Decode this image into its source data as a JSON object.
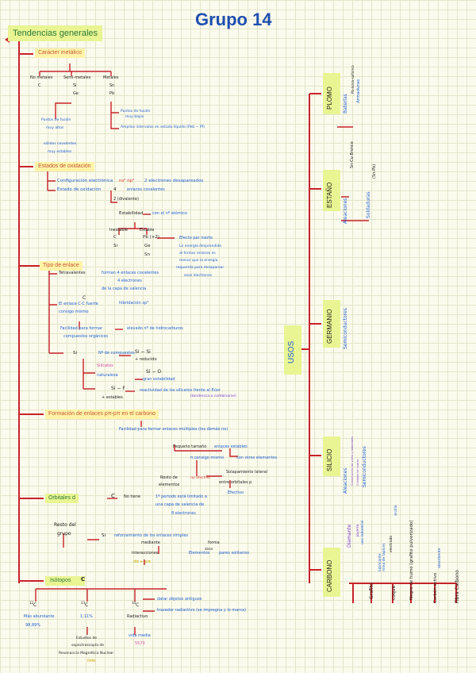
{
  "title": "Grupo 14",
  "headers": {
    "tendencias": "Tendencias generales",
    "metalico": "Carácter metálico",
    "oxidacion": "Estados de oxidación",
    "enlace": "Tipo de enlace",
    "formacion": "Formación de enlaces pπ-pπ en el carbono",
    "orbitales": "Orbitales d",
    "isotopos": "Isótopos",
    "isotopos_c": "C"
  },
  "metalico": {
    "col1": "No metales",
    "c": "C",
    "col2": "Semi-metales",
    "si": "Si",
    "ge": "Ge",
    "col3": "Metales",
    "sn": "Sn",
    "pb": "Pb",
    "fusion_top": "Puntos de fusión",
    "fusion_top2": "muy bajos",
    "amplios": "Amplios intervalos en estado líquido (Peb − Pf)",
    "fusion_left": "Puntos de fusión",
    "fusion_left2": "muy altos",
    "fusion_left3": "sólidos covalentes",
    "fusion_left4": "muy estables"
  },
  "oxidacion": {
    "config": "Configuración electrónica",
    "config_val": "ns² np²",
    "config_res": "2 electrones desapareados",
    "estado": "Estado de oxidación",
    "estado4": "4",
    "estado4_txt": "enlaces covalentes",
    "estado2": "2 (divalente)",
    "estabilidad": "Estabilidad",
    "estab_res": "con el nº atómico",
    "inestable": "Inestable",
    "estable": "Estable",
    "i1": "C",
    "i2": "Si",
    "e1": "Pb (+2)",
    "e2": "Ge",
    "e3": "Sn",
    "efecto": "Efecto par inerte",
    "efecto2": "La energía desprendida",
    "efecto3": "al formar enlaces es",
    "efecto4": "menor que la energía",
    "efecto5": "requerida para desaparear",
    "efecto6": "esos electrones"
  },
  "enlace": {
    "tetra": "Tetravalentes",
    "tetra2": "forman 4 enlaces covalentes",
    "tetra3": "4 electrones",
    "tetra4": "de la capa de valencia",
    "c": "C",
    "hib": "hibridación sp³",
    "cenlace": "El enlace C-C fuerte",
    "cenlace2": "consigo mismo",
    "facilidad": "Facilidad para formar",
    "facilidad2": "elevado nº de hidrocarburos",
    "facilidad3": "compuestos orgánicos",
    "si": "Si",
    "ncomp": "Nº de compuestos",
    "sisi": "Si − Si",
    "sisi2": "+ reducido",
    "silicatos": "Silicatos",
    "naturaleza": "naturaleza",
    "sio": "Si − O",
    "sio2": "gran estabilidad",
    "sif": "Si − F",
    "sif2": "+ estables",
    "reactividad": "reactividad de los silicatos frente al flúor",
    "reactividad2": "(tendencia a combinarse)"
  },
  "formacion": {
    "f1": "Facilidad para formar enlaces múltiples (los demás no)",
    "f2": "Pequeño tamaño",
    "f3": "enlaces estables",
    "f4": "π consigo mismo",
    "f5": "con otros elementos",
    "f6": "Solapamiento lateral",
    "f7": "Resto de",
    "f8": "elementos",
    "f9": "no efectivo",
    "f10": "entre orbitales p",
    "f11": "Efectivo"
  },
  "orbitales": {
    "o1": "C",
    "o2": "No tiene",
    "o3": "1ª periodo está limitado a",
    "o4": "una capa de valencia de",
    "o5": "8 electrones",
    "resto": "Resto del",
    "resto2": "grupo",
    "o6": "Si",
    "o7": "reforzamiento de los enlaces simples",
    "o8": "mediante",
    "o9": "forma",
    "o10": "interacciones",
    "o11": "dπ ← pπ",
    "o12": "Elementos",
    "o13": "pares solitarios",
    "o14": "dona"
  },
  "isotopos": {
    "c12": "C",
    "c12m": "12",
    "c12a": "Más abundante",
    "c12b": "98,89%",
    "c13": "C",
    "c13m": "13",
    "c13a": "1,11%",
    "c13b": "Estudios de",
    "c13c": "espectroscopía de",
    "c13d": "Resonancia Magnética Nuclear",
    "c13e": "RMN",
    "c14": "C",
    "c14m": "14",
    "c14a": "Radiactivo",
    "c14b": "vida media",
    "c14c": "5570",
    "d1": "datar objetos antiguos",
    "d2": "trazador radiactivo (se impregna y lo marca)"
  },
  "usos": {
    "label": "USOS",
    "plomo": "PLOMO",
    "plomo_a": "Baterías",
    "plomo_b": "Pb-ácido-sulfúrico",
    "plomo_c": "Armaduras",
    "estano": "ESTAÑO",
    "estano_a": "Aleaciones",
    "estano_b": "Sn-Cu Bronce",
    "estano_c": "Soldaduras",
    "estano_d": "(Sn-Pb)",
    "germanio": "GERMANIO",
    "germanio_a": "Semiconductores",
    "silicio": "SILICIO",
    "silicio_a": "Aleaciones",
    "silicio_b": "Semiconductores",
    "silicio_c": "Construcción de vidrio y materiales",
    "silicio_d": "Cristales de cuarzo",
    "carbono": "CARBONO",
    "c_a": "Diamante",
    "c_a2": "joyería",
    "c_a3": "uso industrial",
    "c_b": "Grafito",
    "c_b2": "lubricante",
    "c_b3": "electrodo",
    "c_b4": "mina de lapices",
    "c_b5": "arcilla",
    "c_c": "coque",
    "c_d": "Negro de humo (grafito pulverizado)",
    "c_e": "Carbón activo",
    "c_e2": "absorbente",
    "c_f": "Fibra Carbono"
  }
}
